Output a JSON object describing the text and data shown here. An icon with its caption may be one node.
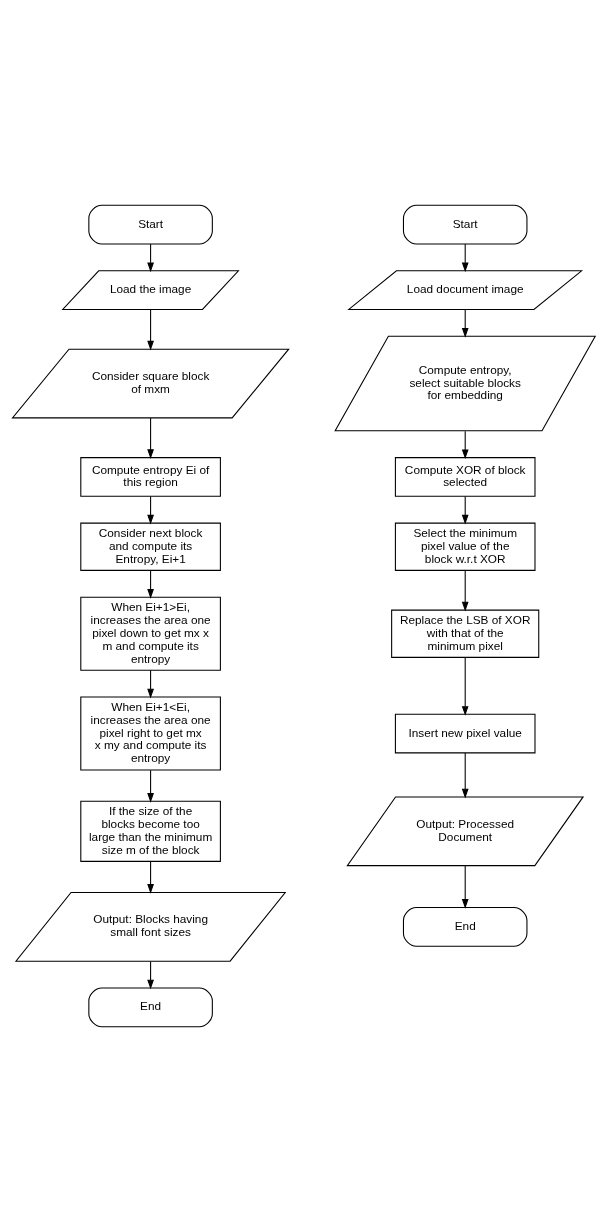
{
  "diagram": {
    "nodes": [
      {
        "text": [
          "Start"
        ]
      },
      {
        "text": [
          "Load the image"
        ]
      },
      {
        "text": [
          "Consider square block of mxm"
        ]
      },
      {
        "text": [
          "Compute entropy Ei of this region"
        ]
      },
      {
        "text": [
          "Consider next block and compute its Entropy, Ei+1"
        ]
      },
      {
        "text": [
          "When Ei+1>Ei, increases the area one pixel down to get mx x m and compute its entropy"
        ]
      },
      {
        "text": [
          "When Ei+1<Ei, increases the area one pixel right to get mx x my and compute its entropy"
        ]
      },
      {
        "text": [
          "If the size of the blocks become too large than the minimum size m of the block"
        ]
      },
      {
        "text": [
          "Output: Blocks having small font sizes"
        ]
      },
      {
        "text": [
          "End"
        ]
      },
      {
        "text": [
          "Start"
        ]
      },
      {
        "text": [
          "Load document image"
        ]
      },
      {
        "text": [
          "Compute entropy, select suitable blocks for embedding"
        ]
      },
      {
        "text": [
          "Compute XOR of block selected"
        ]
      },
      {
        "text": [
          "Select the minimum pixel value of the block w.r.t XOR"
        ]
      },
      {
        "text": [
          "Replace the LSB of XOR with that of the minimum pixel"
        ]
      },
      {
        "text": [
          "Insert new pixel value"
        ]
      },
      {
        "text": [
          "Output: Processed Document"
        ]
      },
      {
        "text": [
          "End"
        ]
      }
    ],
    "edges": [
      {
        "from": 0,
        "to": 1,
        "arrow": "to"
      },
      {
        "from": 1,
        "to": 2,
        "arrow": "to"
      },
      {
        "from": 2,
        "to": 3,
        "arrow": "to"
      },
      {
        "from": 3,
        "to": 4,
        "arrow": "to"
      },
      {
        "from": 4,
        "to": 5,
        "arrow": "to"
      },
      {
        "from": 5,
        "to": 6,
        "arrow": "to"
      },
      {
        "from": 6,
        "to": 7,
        "arrow": "to"
      },
      {
        "from": 7,
        "to": 8,
        "arrow": "to"
      },
      {
        "from": 8,
        "to": 9,
        "arrow": "to"
      },
      {
        "from": 10,
        "to": 11,
        "arrow": "to"
      },
      {
        "from": 11,
        "to": 12,
        "arrow": "to"
      },
      {
        "from": 12,
        "to": 13,
        "arrow": "to"
      },
      {
        "from": 13,
        "to": 14,
        "arrow": "to"
      },
      {
        "from": 14,
        "to": 15,
        "arrow": "to"
      },
      {
        "from": 15,
        "to": 16,
        "arrow": "to"
      },
      {
        "from": 16,
        "to": 17,
        "arrow": "to"
      },
      {
        "from": 17,
        "to": 18,
        "arrow": "to"
      }
    ]
  }
}
